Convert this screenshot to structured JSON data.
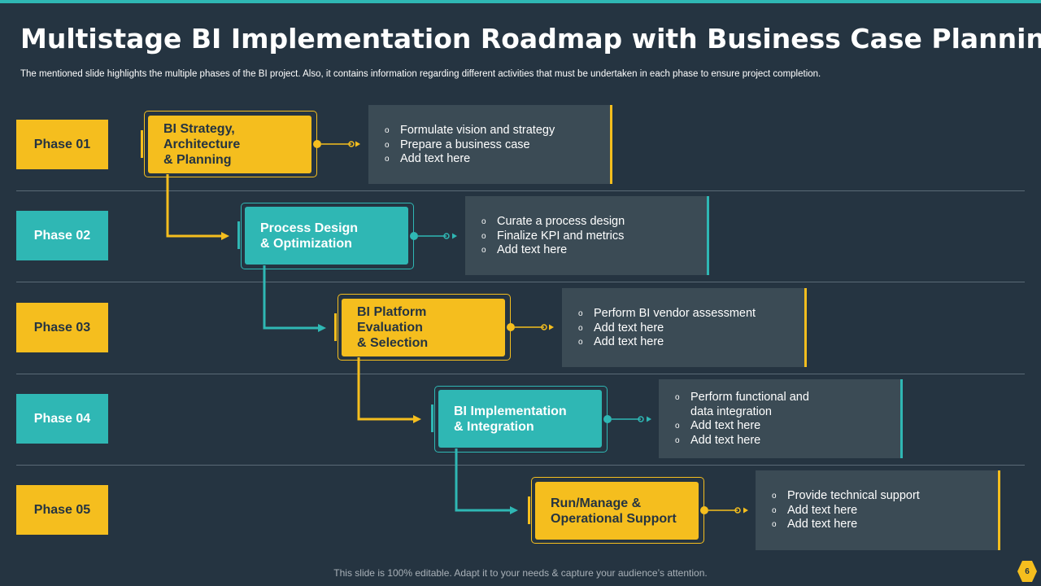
{
  "title": "Multistage BI Implementation Roadmap with Business Case Planning",
  "subtitle": "The mentioned slide highlights the multiple phases of the BI project. Also, it contains information regarding different activities that must be undertaken in each phase to ensure project completion.",
  "phases": [
    {
      "label": "Phase 01",
      "color": "yellow",
      "title": "BI Strategy,\nArchitecture\n& Planning",
      "activities": [
        "Formulate vision and strategy",
        "Prepare a business case",
        "Add text here"
      ]
    },
    {
      "label": "Phase 02",
      "color": "teal",
      "title": "Process Design\n& Optimization",
      "activities": [
        "Curate a process design",
        "Finalize KPI and metrics",
        "Add text here"
      ]
    },
    {
      "label": "Phase 03",
      "color": "yellow",
      "title": "BI Platform\nEvaluation\n& Selection",
      "activities": [
        "Perform BI vendor assessment",
        "Add text here",
        "Add text here"
      ]
    },
    {
      "label": "Phase 04",
      "color": "teal",
      "title": "BI Implementation\n& Integration",
      "activities": [
        "Perform functional and\ndata integration",
        "Add text here",
        "Add text here"
      ]
    },
    {
      "label": "Phase 05",
      "color": "yellow",
      "title": "Run/Manage &\nOperational Support",
      "activities": [
        "Provide technical support",
        "Add text here",
        "Add text here"
      ]
    }
  ],
  "bullet_glyph": "o",
  "footer": "This slide is 100% editable. Adapt it to your needs & capture your audience’s attention.",
  "page_number": "6",
  "colors": {
    "background": "#253441",
    "yellow": "#f5be1e",
    "teal": "#2fb7b4",
    "info_box": "#3b4b55"
  }
}
